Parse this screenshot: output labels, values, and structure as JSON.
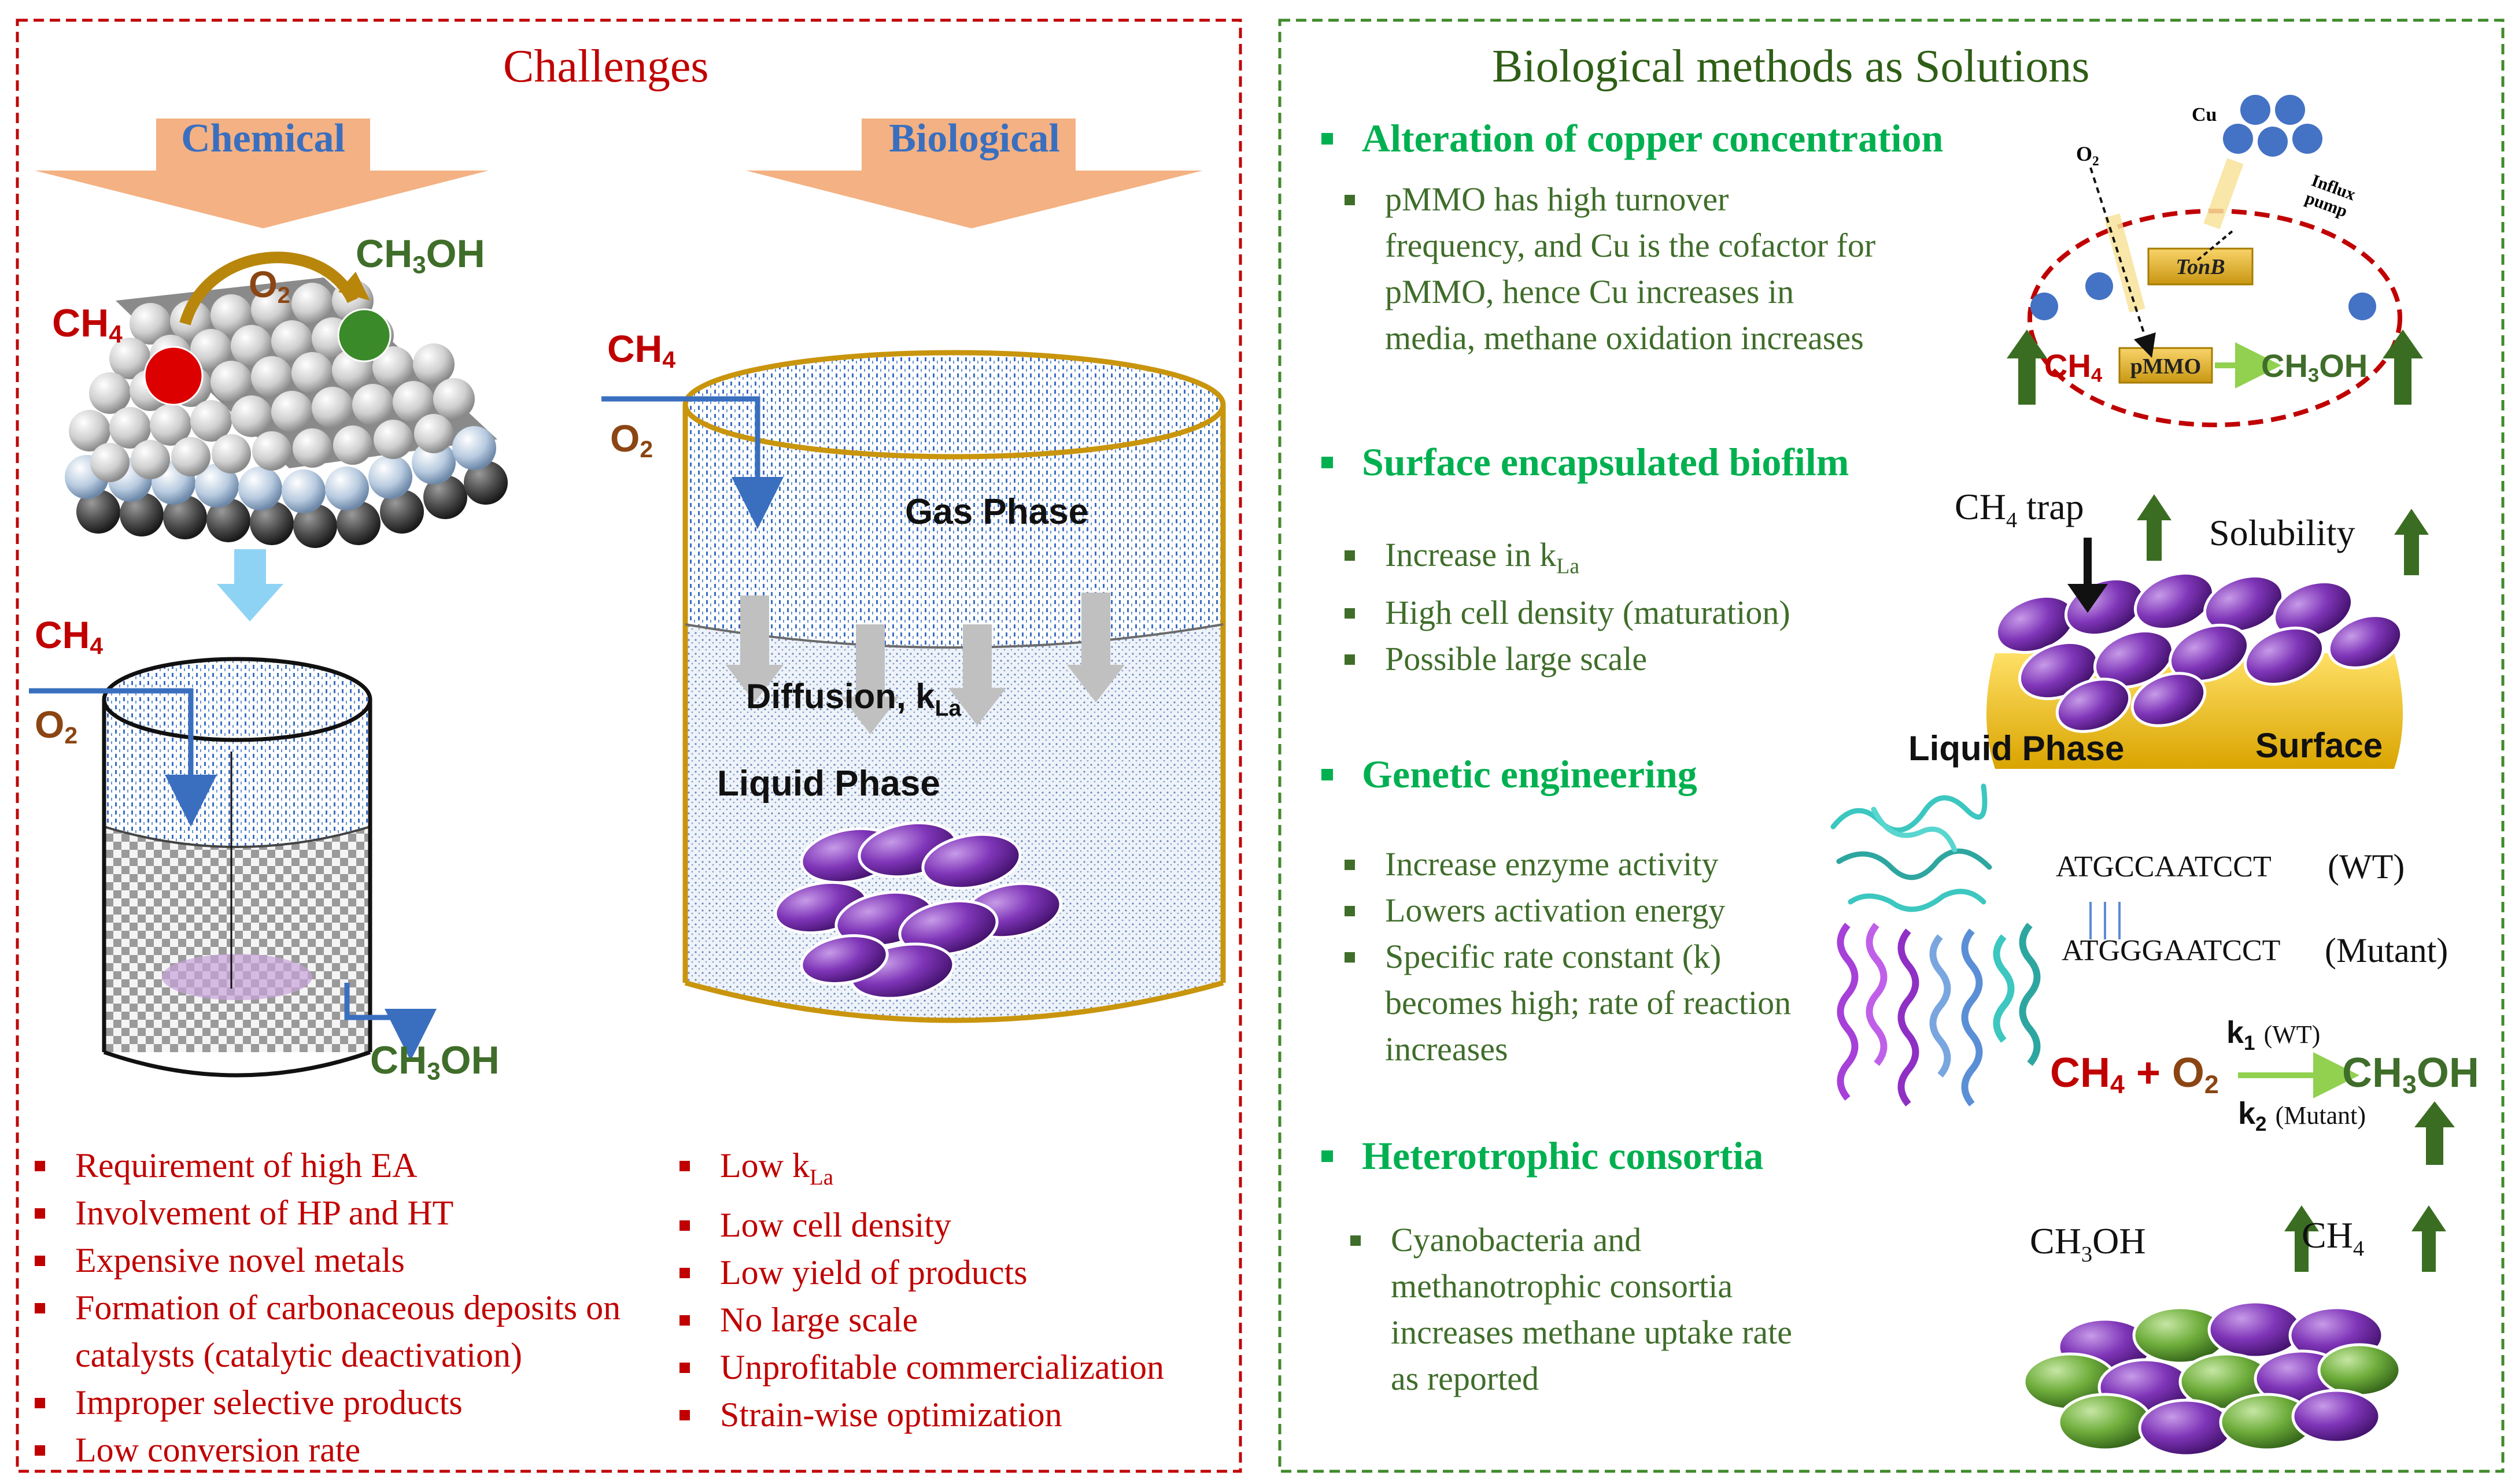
{
  "challenges": {
    "title": "Challenges",
    "chemical_label": "Chemical",
    "biological_label": "Biological",
    "chemical_list": [
      "Requirement of high EA",
      "Involvement of HP and HT",
      "Expensive novel metals",
      "Formation of carbonaceous deposits on catalysts (catalytic deactivation)",
      "Improper selective products",
      "Low conversion rate"
    ],
    "biological_list": [
      "Low kLa",
      "Low cell density",
      "Low yield of products",
      "No large scale",
      "Unprofitable commercialization",
      "Strain-wise optimization"
    ],
    "molecules": {
      "ch4": "CH4",
      "o2": "O2",
      "ch3oh": "CH3OH"
    },
    "reactor_labels": {
      "gas_phase": "Gas Phase",
      "diffusion": "Diffusion, kLa",
      "liquid_phase": "Liquid Phase"
    }
  },
  "solutions": {
    "title": "Biological methods as Solutions",
    "sections": [
      {
        "heading": "Alteration of copper concentration",
        "points": [
          "pMMO has high turnover frequency, and Cu is the cofactor for pMMO, hence Cu increases in media, methane oxidation increases"
        ]
      },
      {
        "heading": "Surface encapsulated biofilm",
        "points": [
          "Increase in kLa",
          "High cell density (maturation)",
          "Possible large scale"
        ]
      },
      {
        "heading": "Genetic engineering",
        "points": [
          "Increase enzyme activity",
          "Lowers activation energy",
          "Specific rate constant (k) becomes high; rate of reaction increases"
        ]
      },
      {
        "heading": "Heterotrophic consortia",
        "points": [
          "Cyanobacteria and methanotrophic consortia increases methane uptake rate as reported"
        ]
      }
    ],
    "copper_figure": {
      "cu": "Cu",
      "o2": "O2",
      "influx": "Influx pump",
      "tonb": "TonB",
      "pmmo": "pMMO",
      "ch4": "CH4",
      "ch3oh": "CH3OH"
    },
    "biofilm_figure": {
      "trap": "CH4 trap",
      "solubility": "Solubility",
      "liquid": "Liquid Phase",
      "surface": "Surface"
    },
    "genetic_figure": {
      "wt_seq": "ATGCCAATCCT",
      "wt_label": "(WT)",
      "mut_seq": "ATGGGAATCCT",
      "mut_label": "(Mutant)",
      "k1": "k1",
      "k1_label": "(WT)",
      "k2": "k2",
      "k2_label": "(Mutant)",
      "reactants": "CH4 + O2",
      "product": "CH3OH"
    },
    "consortia_figure": {
      "ch3oh": "CH3OH",
      "ch4": "CH4"
    }
  },
  "colors": {
    "challenge_red": "#c00000",
    "solution_green": "#00b050",
    "text_green": "#3f6d2a",
    "arrow_orange": "#f4b183",
    "cell_purple": "#7030a0",
    "cell_green": "#70ad47",
    "surface_yellow": "#f5c518"
  }
}
